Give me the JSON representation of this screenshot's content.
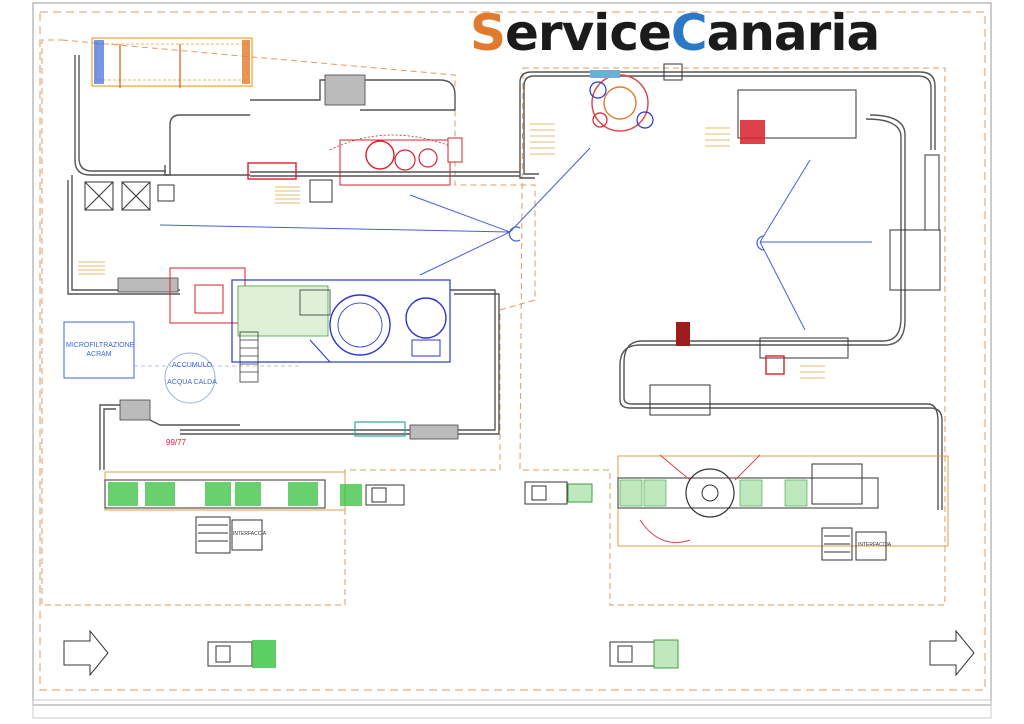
{
  "brand": {
    "cap_first": "S",
    "rest_first": "ervice",
    "cap_second": "C",
    "rest_second": "anaria",
    "colors": {
      "s_letter": "#e07a2e",
      "c_letter": "#2a78c6",
      "text": "#1b1b1b"
    }
  },
  "labels": {
    "microfiltration_line1": "MICROFILTRAZIONE",
    "microfiltration_line2": "ACRAM",
    "hot_water_line1": "ACCUMULO",
    "hot_water_line2": "ACQUA CALDA",
    "interface_left": "INTERFACCIA",
    "interface_right": "INTERFACCIA",
    "dimension_note": "99/77"
  },
  "colors": {
    "conveyor": "#555555",
    "boundary": "#e09a60",
    "arrow_blue": "#4a5fd6",
    "machine_red": "#d8202a",
    "machine_blue": "#2a35d0",
    "pallet_green": "#35c23c",
    "label_blue": "#3b67d6",
    "page_border": "#999999"
  },
  "icons": [
    "flow-direction-arrow-left",
    "flow-direction-arrow-right",
    "forklift-icon"
  ]
}
